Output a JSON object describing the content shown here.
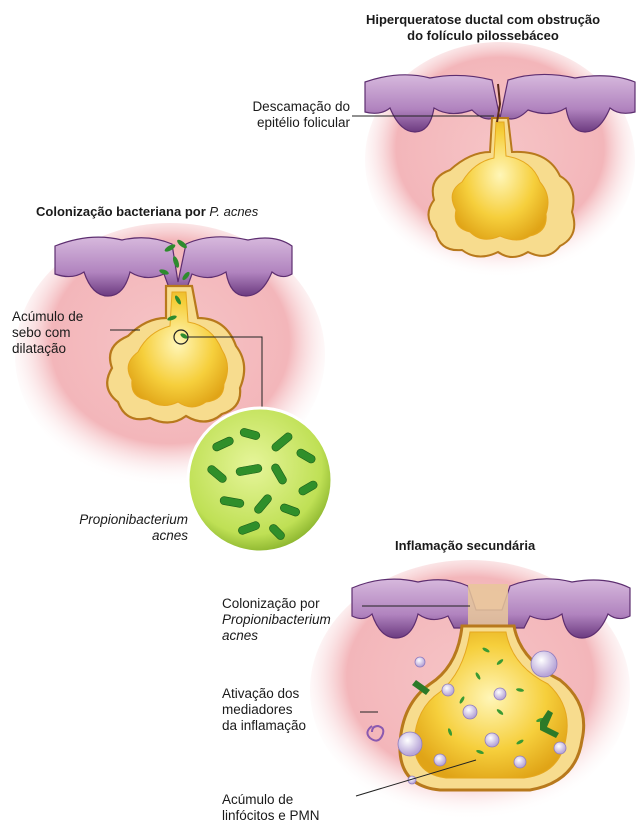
{
  "panels": {
    "hyperkeratosis": {
      "title_line1": "Hiperqueratose ductal com obstrução",
      "title_line2": "do folículo pilossebáceo",
      "label_line1": "Descamação do",
      "label_line2": "epitélio folicular"
    },
    "colonization": {
      "title_prefix": "Colonização bacteriana por ",
      "title_italic": "P. acnes",
      "label_sebum_line1": "Acúmulo de",
      "label_sebum_line2": "sebo com",
      "label_sebum_line3": "dilatação",
      "label_bacteria_line1": "Propionibacterium",
      "label_bacteria_line2": "acnes"
    },
    "inflammation": {
      "title": "Inflamação secundária",
      "label_col_line1": "Colonização por",
      "label_col_line2": "Propionibacterium",
      "label_col_line3": "acnes",
      "label_med_line1": "Ativação dos",
      "label_med_line2": "mediadores",
      "label_med_line3": "da inflamação",
      "label_lym_line1": "Acúmulo de",
      "label_lym_line2": "linfócitos e PMN"
    }
  },
  "colors": {
    "skin_halo": "#f3b9bd",
    "epidermis": "#b98fc4",
    "sebaceous": "#f7dc8e",
    "sebum": "#f2c21c",
    "bacteria": "#2e8b2e",
    "lens_bg": "#c6e65e"
  }
}
